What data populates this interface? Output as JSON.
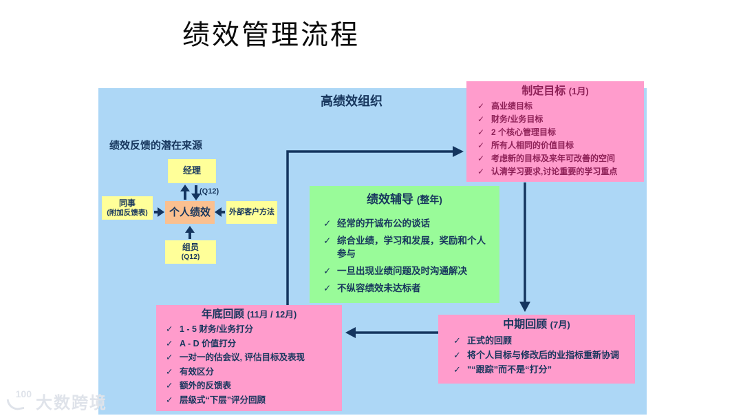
{
  "title": "绩效管理流程",
  "panel": {
    "org_label": "高绩效组织"
  },
  "icons": {
    "check": "✓"
  },
  "colors": {
    "panel_blue": "#ADD7F6",
    "box_pink": "#FF9CCC",
    "box_green": "#99FB99",
    "box_yellow": "#FFFF99",
    "box_peach": "#FAC090",
    "text_navy": "#17365D",
    "text_maroon": "#8E2157",
    "arrow_navy": "#14355F"
  },
  "goal_box": {
    "title": "制定目标",
    "period": "(1月)",
    "items": [
      "高业绩目标",
      "财务/业务目标",
      "2 个核心管理目标",
      "所有人相同的价值目标",
      "考虑新的目标及来年可改善的空间",
      "认清学习要求,讨论重要的学习重点"
    ]
  },
  "coaching_box": {
    "title": "绩效辅导",
    "period": "(整年)",
    "items": [
      "经常的开诚布公的谈话",
      "综合业绩，学习和发展，奖励和个人参与",
      "一旦出现业绩问题及时沟通解决",
      "不纵容绩效未达标者"
    ]
  },
  "midyear_box": {
    "title": "中期回顾",
    "period": "(7月)",
    "items": [
      "正式的回顾",
      "将个人目标与修改后的业指标重新协调",
      "\"“跟踪”而不是“打分”"
    ]
  },
  "yearend_box": {
    "title": "年底回顾",
    "period": "(11月 / 12月)",
    "items": [
      "1 - 5 财务/业务打分",
      "A - D 价值打分",
      "一对一的估会议, 评估目标及表现",
      "有效区分",
      "额外的反馈表",
      "层级式“下层”评分回顾"
    ]
  },
  "feedback_sources": {
    "heading": "绩效反馈的潜在来源",
    "manager": "经理",
    "peers_line1": "同事",
    "peers_line2": "(附加反馈表)",
    "personal": "个人绩效",
    "external": "外部客户方法",
    "member_line1": "组员",
    "member_line2": "(Q12)",
    "q12_label": "(Q12)"
  },
  "watermark": {
    "logo_text": "100",
    "text": "大数跨境"
  }
}
